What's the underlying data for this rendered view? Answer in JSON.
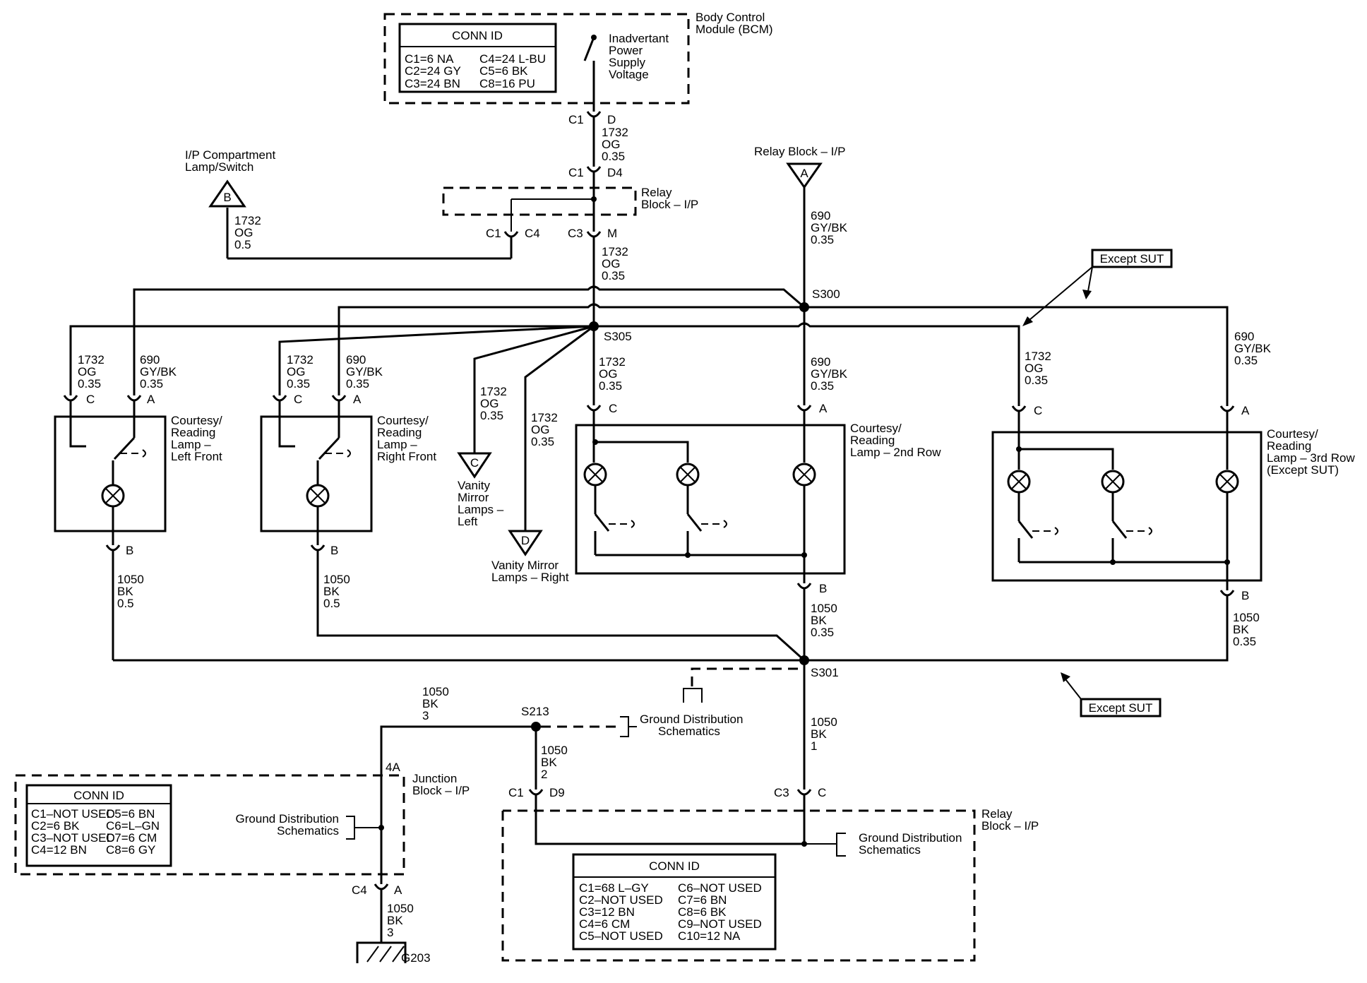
{
  "bcm": {
    "title_line1": "Body Control",
    "title_line2": "Module (BCM)",
    "conn_title": "CONN ID",
    "conn_rows": [
      [
        "C1=6 NA",
        "C4=24 L-BU"
      ],
      [
        "C2=24 GY",
        "C5=6 BK"
      ],
      [
        "C3=24 BN",
        "C8=16 PU"
      ]
    ],
    "supply_lines": [
      "Inadvertant",
      "Power",
      "Supply",
      "Voltage"
    ]
  },
  "connectors": {
    "c1": "C1",
    "d": "D",
    "d4": "D4",
    "c4": "C4",
    "c3": "C3",
    "m": "M",
    "c": "C",
    "a": "A",
    "b": "B",
    "d9": "D9"
  },
  "wires": {
    "og_circuit": "1732",
    "og_color": "OG",
    "og_size_small": "0.35",
    "og_size_big": "0.5",
    "gy_circuit": "690",
    "gy_color": "GY/BK",
    "gy_size": "0.35",
    "bk_circuit": "1050",
    "bk_color": "BK",
    "bk_size_05": "0.5",
    "bk_size_035": "0.35",
    "bk_size_1": "1",
    "bk_size_2": "2",
    "bk_size_3": "3"
  },
  "relay_top": {
    "line1": "Relay",
    "line2": "Block – I/P"
  },
  "relay_block_ip_label": "Relay Block – I/P",
  "ip_compartment": {
    "line1": "I/P Compartment",
    "line2": "Lamp/Switch"
  },
  "splices": {
    "s300": "S300",
    "s305": "S305",
    "s301": "S301",
    "s213": "S213"
  },
  "offpage": {
    "a": "A",
    "b": "B",
    "c": "C",
    "d": "D"
  },
  "except_sut": "Except SUT",
  "lamps": {
    "lf": [
      "Courtesy/",
      "Reading",
      "Lamp –",
      "Left Front"
    ],
    "rf": [
      "Courtesy/",
      "Reading",
      "Lamp –",
      "Right Front"
    ],
    "row2": [
      "Courtesy/",
      "Reading",
      "Lamp – 2nd Row"
    ],
    "row3": [
      "Courtesy/",
      "Reading",
      "Lamp – 3rd Row",
      "(Except SUT)"
    ]
  },
  "vanity_left": [
    "Vanity",
    "Mirror",
    "Lamps –",
    "Left"
  ],
  "vanity_right": [
    "Vanity Mirror",
    "Lamps – Right"
  ],
  "ground_dist": [
    "Ground Distribution",
    "Schematics"
  ],
  "junction": {
    "title_line1": "Junction",
    "title_line2": "Block – I/P",
    "conn_title": "CONN ID",
    "conn_rows": [
      [
        "C1–NOT USED",
        "C5=6 BN"
      ],
      [
        "C2=6 BK",
        "C6=L–GN"
      ],
      [
        "C3–NOT USED",
        "C7=6 CM"
      ],
      [
        "C4=12 BN",
        "C8=6 GY"
      ]
    ],
    "pin_4a": "4A"
  },
  "relay_bottom": {
    "title_line1": "Relay",
    "title_line2": "Block – I/P",
    "conn_title": "CONN ID",
    "conn_rows": [
      [
        "C1=68 L–GY",
        "C6–NOT USED"
      ],
      [
        "C2–NOT USED",
        "C7=6 BN"
      ],
      [
        "C3=12 BN",
        "C8=6 BK"
      ],
      [
        "C4=6 CM",
        "C9–NOT USED"
      ],
      [
        "C5–NOT USED",
        "C10=12 NA"
      ]
    ]
  },
  "ground_g203": "G203"
}
